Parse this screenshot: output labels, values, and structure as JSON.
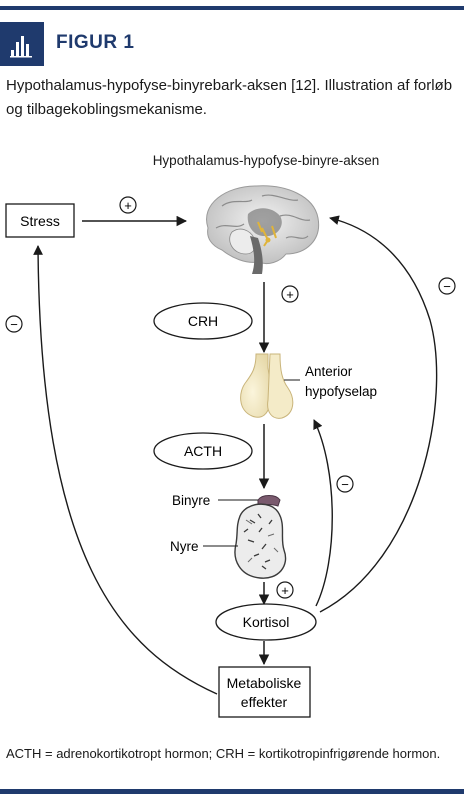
{
  "figure": {
    "label": "FIGUR 1",
    "caption": "Hypothalamus-hypofyse-binyrebark-aksen [12]. Illustration af forløb og tilbagekoblingsmekanisme."
  },
  "diagram": {
    "title": "Hypothalamus-hypofyse-binyre-aksen",
    "nodes": {
      "stress": "Stress",
      "crh": "CRH",
      "anterior_line1": "Anterior",
      "anterior_line2": "hypofyselap",
      "acth": "ACTH",
      "binyre": "Binyre",
      "nyre": "Nyre",
      "kortisol": "Kortisol",
      "metabolic_line1": "Metaboliske",
      "metabolic_line2": "effekter"
    },
    "signs": {
      "positive": "+",
      "negative": "−"
    }
  },
  "footnote": "ACTH = adrenokortikotropt hormon; CRH = kortikotropinfrigørende hormon."
}
